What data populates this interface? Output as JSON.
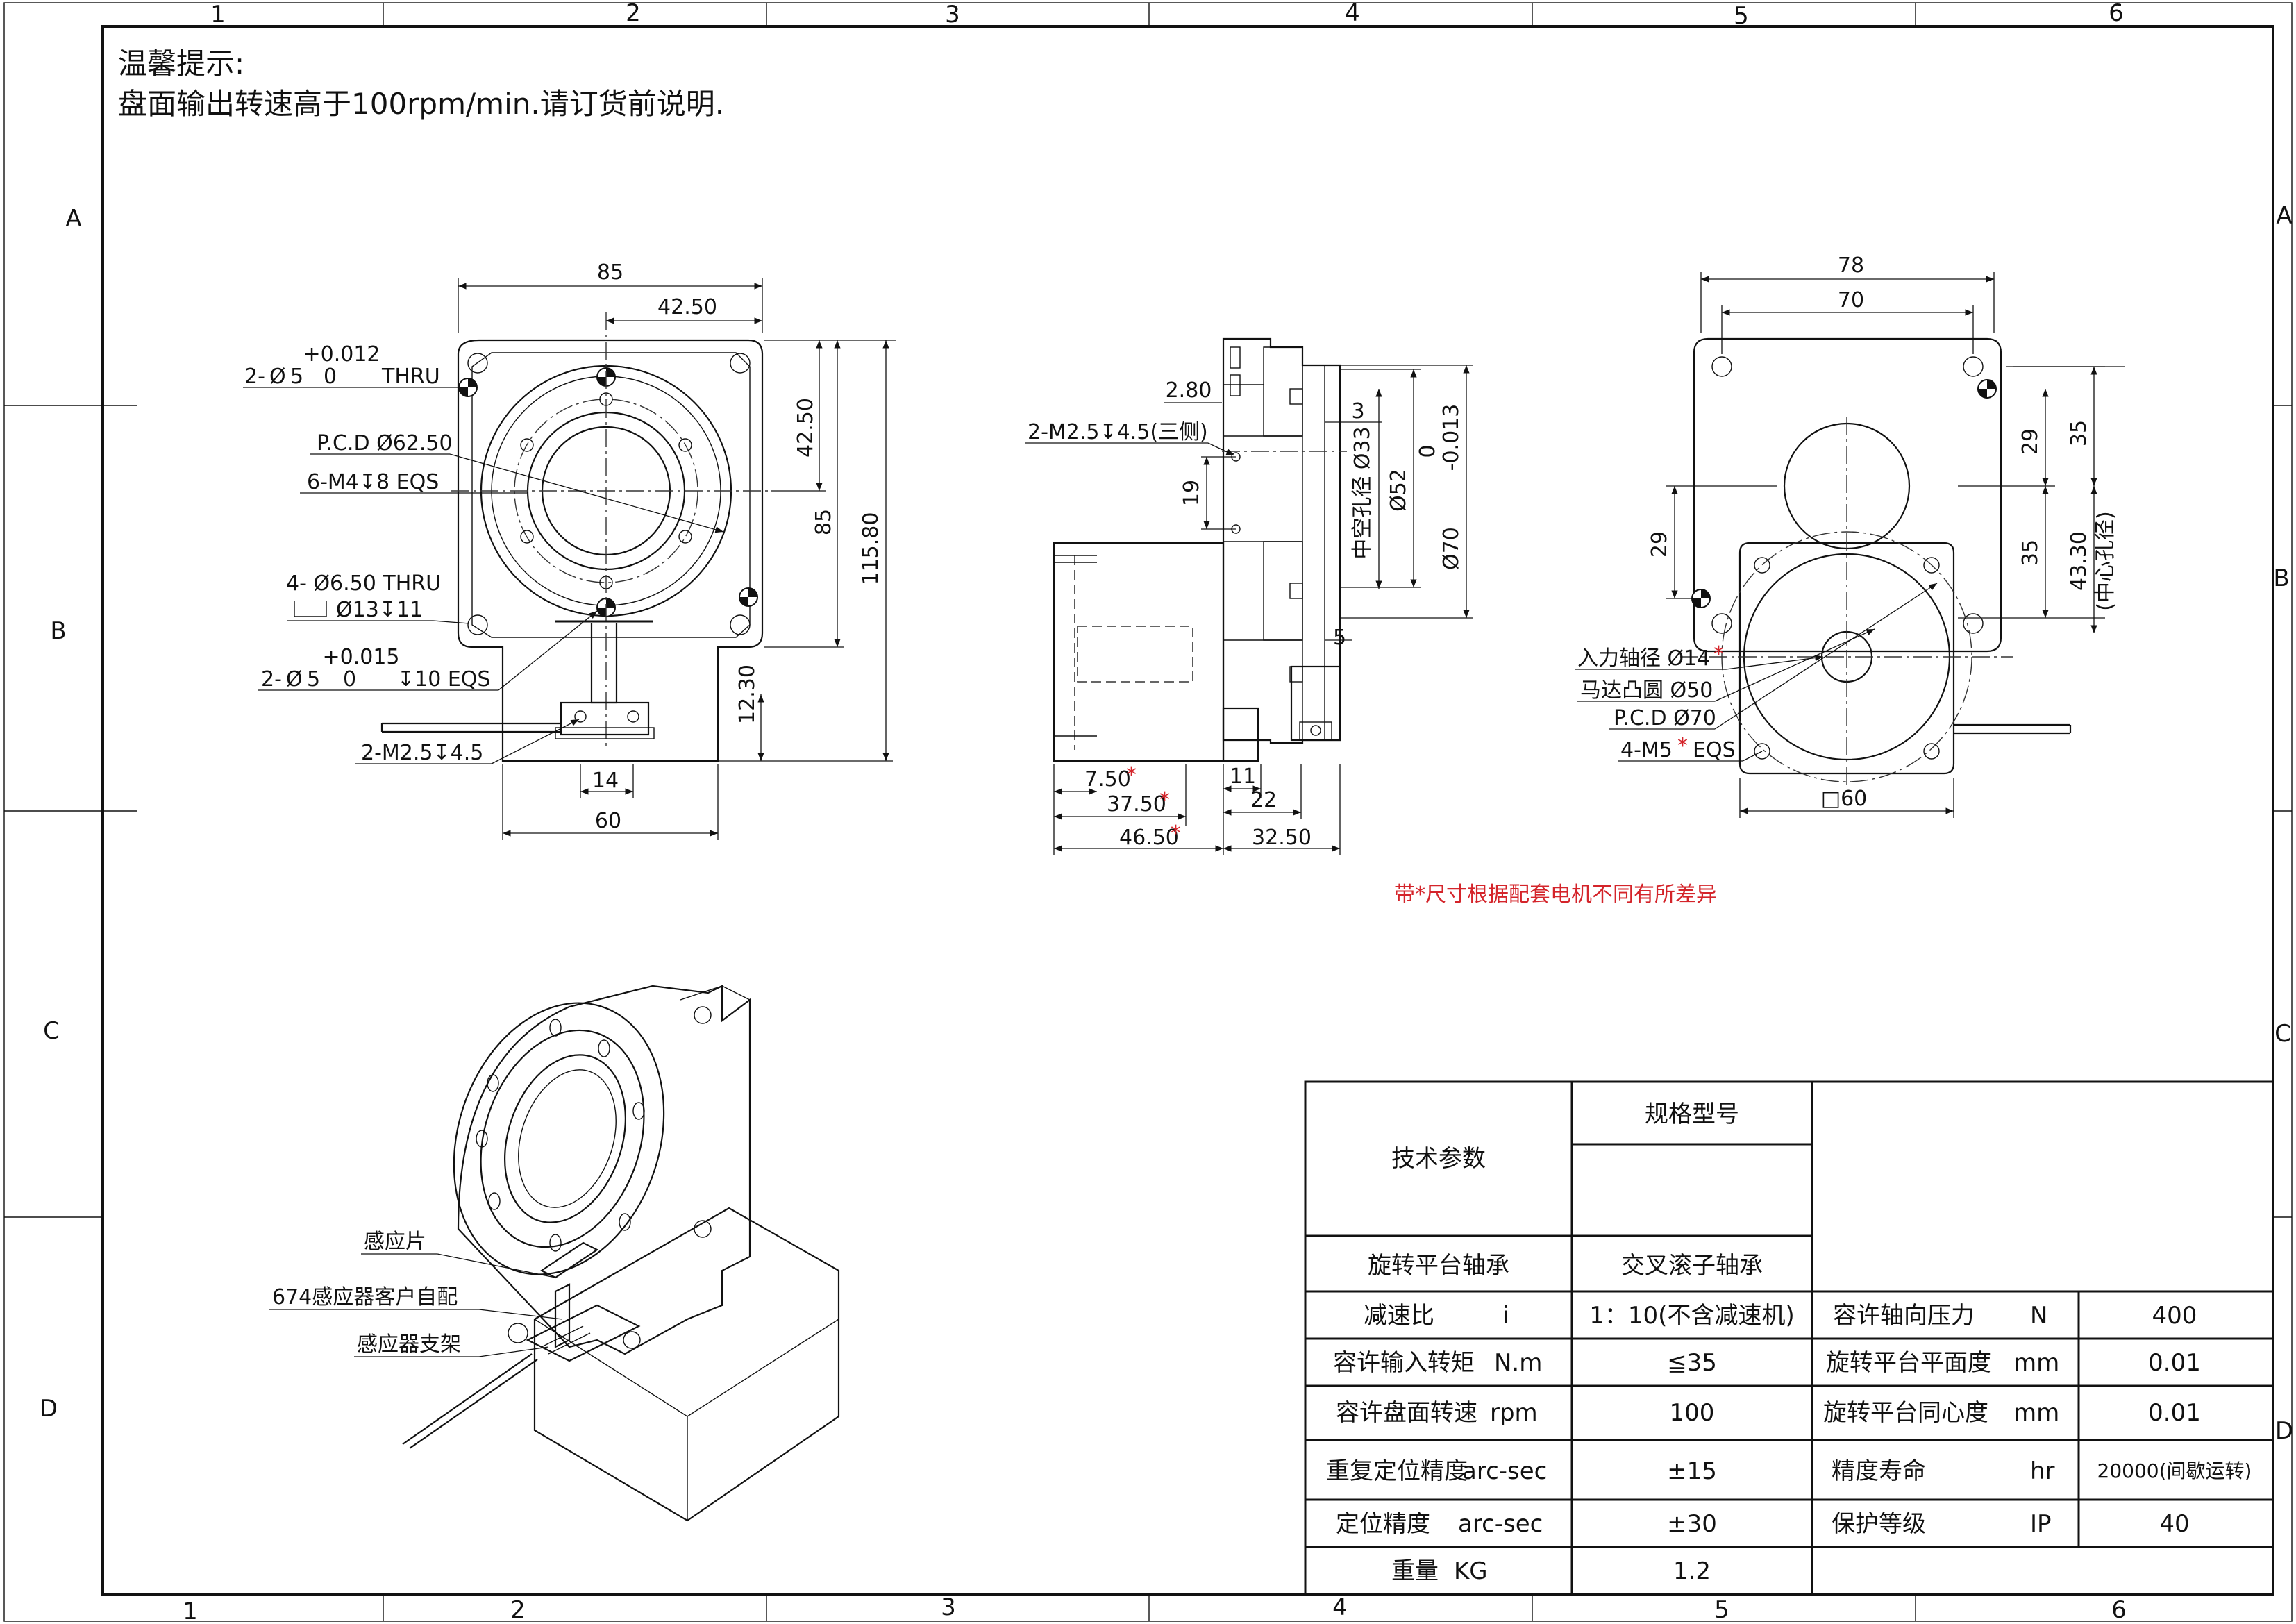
{
  "frame": {
    "col_labels": [
      "1",
      "2",
      "3",
      "4",
      "5",
      "6"
    ],
    "row_labels": [
      "A",
      "B",
      "C",
      "D"
    ]
  },
  "notice": {
    "title": "温馨提示:",
    "text": "盘面输出转速高于100rpm/min.请订货前说明."
  },
  "front_view": {
    "dims": {
      "width": "85",
      "half_width": "42.50",
      "height_half": "42.50",
      "height": "85",
      "total_height": "115.80",
      "base_width": "60",
      "slot_width": "14",
      "slot_height": "12.30"
    },
    "callouts": {
      "pin_hole_top": {
        "prefix": "2-",
        "dia": "5",
        "tol_upper": "+0.012",
        "tol_lower": "0",
        "suffix": "THRU"
      },
      "pcd": "P.C.D Ø62.50",
      "tapped": "6-M4↧8 EQS",
      "mount_holes": "4- Ø6.50 THRU",
      "counterbore": "Ø13↧11",
      "pin_hole_bottom": {
        "prefix": "2-",
        "dia": "5",
        "tol_upper": "+0.015",
        "tol_lower": "0",
        "suffix": "↧10 EQS"
      },
      "sensor_tap": "2-M2.5↧4.5"
    }
  },
  "side_view": {
    "dims": {
      "top_offset": "2.80",
      "spacing": "19",
      "depth_3": "3",
      "depth_5": "5",
      "hollow": "中空孔径 Ø33",
      "dia_52": "Ø52",
      "dia_70": "Ø70",
      "dia_70_tol_upper": "0",
      "dia_70_tol_lower": "-0.013",
      "len_11": "11",
      "len_22": "22",
      "len_3250": "32.50",
      "motor_750": "7.50",
      "motor_3750": "37.50",
      "motor_4650": "46.50",
      "star": "*"
    },
    "callouts": {
      "side_tap": "2-M2.5↧4.5(三侧)"
    }
  },
  "rear_view": {
    "dims": {
      "width_78": "78",
      "width_70": "70",
      "h_29_right": "29",
      "h_35_top": "35",
      "h_35_bottom": "35",
      "h_4330": "43.30",
      "center_hole_note": "(中心孔径)",
      "h_29_left": "29",
      "square_60": "□60"
    },
    "callouts": {
      "input_shaft": "入力轴径 Ø14",
      "input_shaft_star": "*",
      "motor_boss": "马达凸圆 Ø50",
      "pcd70": "P.C.D Ø70",
      "m5": "4-M5",
      "m5_star": "*",
      "m5_suffix": "EQS"
    }
  },
  "note_red": "带*尺寸根据配套电机不同有所差异",
  "iso_view": {
    "labels": {
      "sensor_plate": "感应片",
      "sensor_custom": "674感应器客户自配",
      "sensor_bracket": "感应器支架"
    }
  },
  "spec_table": {
    "header_left": "技术参数",
    "header_model": "规格型号",
    "rows": [
      {
        "label": "旋转平台轴承",
        "value": "交叉滚子轴承"
      },
      {
        "label": "减速比",
        "unit": "i",
        "value": "1：10(不含减速机)",
        "label2": "容许轴向压力",
        "unit2": "N",
        "value2": "400"
      },
      {
        "label": "容许输入转矩",
        "unit": "N.m",
        "value": "≦35",
        "label2": "旋转平台平面度",
        "unit2": "mm",
        "value2": "0.01"
      },
      {
        "label": "容许盘面转速",
        "unit": "rpm",
        "value": "100",
        "label2": "旋转平台同心度",
        "unit2": "mm",
        "value2": "0.01"
      },
      {
        "label": "重复定位精度",
        "unit": "arc-sec",
        "value": "±15",
        "label2": "精度寿命",
        "unit2": "hr",
        "value2": "20000(间歇运转)"
      },
      {
        "label": "定位精度",
        "unit": "arc-sec",
        "value": "±30",
        "label2": "保护等级",
        "unit2": "IP",
        "value2": "40"
      },
      {
        "label": "重量",
        "unit": "KG",
        "value": "1.2"
      }
    ]
  }
}
